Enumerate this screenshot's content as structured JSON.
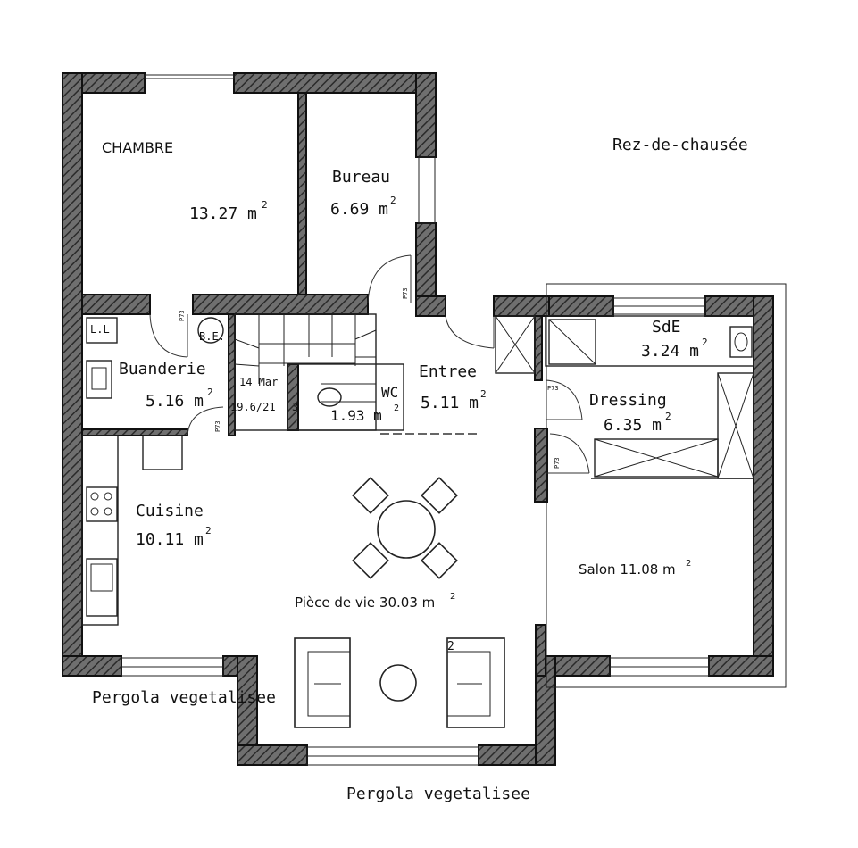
{
  "plan": {
    "level_title": "Rez-de-chausée",
    "rooms": {
      "chambre": {
        "name": "CHAMBRE",
        "area": "13.27 m",
        "sup": "2"
      },
      "bureau": {
        "name": "Bureau",
        "area": "6.69 m",
        "sup": "2"
      },
      "buanderie": {
        "name": "Buanderie",
        "area": "5.16 m",
        "sup": "2"
      },
      "entree": {
        "name": "Entree",
        "area": "5.11 m",
        "sup": "2"
      },
      "wc": {
        "name": "WC",
        "area": "1.93 m",
        "sup": "2"
      },
      "sde": {
        "name": "SdE",
        "area": "3.24 m",
        "sup": "2"
      },
      "dressing": {
        "name": "Dressing",
        "area": "6.35 m",
        "sup": "2"
      },
      "cuisine": {
        "name": "Cuisine",
        "area": "10.11 m",
        "sup": "2"
      },
      "salon": {
        "name": "Salon 11.08 m",
        "sup": "2"
      },
      "piece_de_vie": {
        "name": "Pièce de vie 30.03 m",
        "sup": "2"
      }
    },
    "stairs": {
      "line1": "14 Mar",
      "line2": "19.6/21",
      "digit": "3"
    },
    "ll_label": "L.L",
    "be_label": "B.E.",
    "door_tag": "P73",
    "stray_sup": "2",
    "pergola_left": "Pergola vegetalisee",
    "pergola_bottom": "Pergola vegetalisee"
  }
}
